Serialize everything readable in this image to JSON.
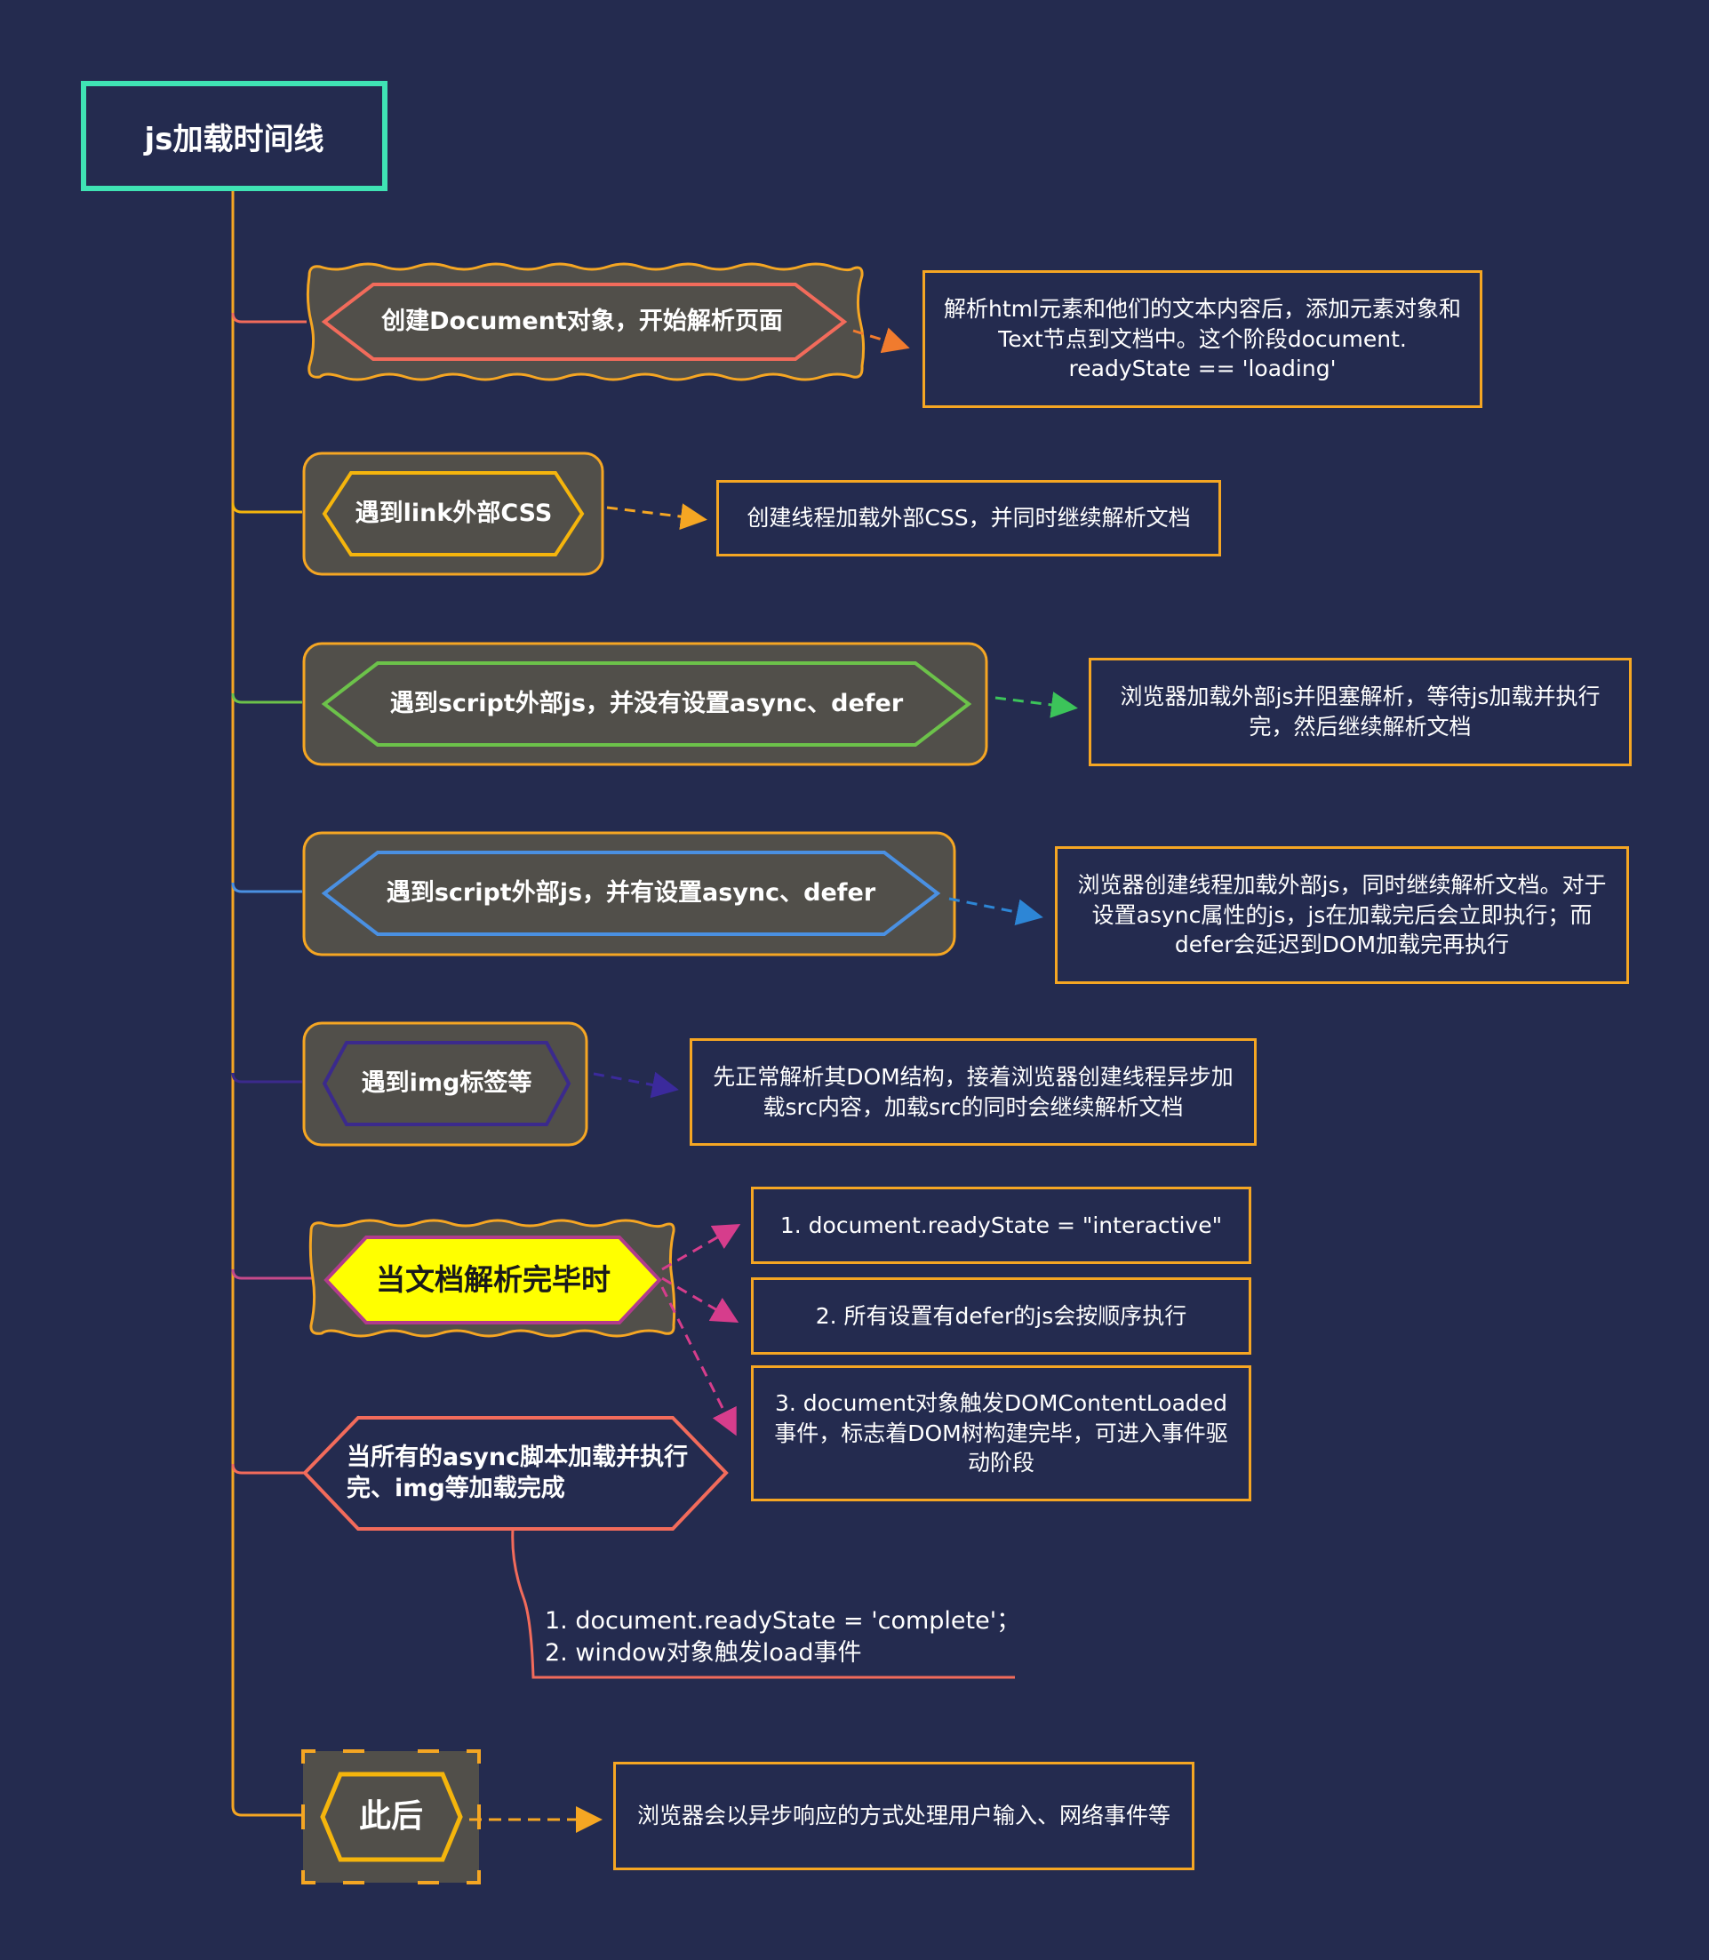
{
  "title": "js加载时间线",
  "colors": {
    "background": "#242b4f",
    "trunk": "#f5a623",
    "title_border": "#3fe3b4",
    "node_fill": "#514f4a",
    "box_border": "#f5a623",
    "red": "#f26b5b",
    "yellow": "#f5b50c",
    "green": "#6cc24a",
    "blue": "#4a90e2",
    "purple": "#3b2a8c",
    "magenta": "#d63d8c",
    "highlight": "#ffff00"
  },
  "nodes": [
    {
      "label": "创建Document对象，开始解析页面",
      "desc": "解析html元素和他们的文本内容后，添加元素对象和Text节点到文档中。这个阶段document. readyState  == 'loading'"
    },
    {
      "label": "遇到link外部CSS",
      "desc": "创建线程加载外部CSS，并同时继续解析文档"
    },
    {
      "label": "遇到script外部js，并没有设置async、defer",
      "desc": "浏览器加载外部js并阻塞解析，等待js加载并执行完，然后继续解析文档"
    },
    {
      "label": "遇到script外部js，并有设置async、defer",
      "desc": "浏览器创建线程加载外部js，同时继续解析文档。对于设置async属性的js，js在加载完后会立即执行；而defer会延迟到DOM加载完再执行"
    },
    {
      "label": "遇到img标签等",
      "desc": "先正常解析其DOM结构，接着浏览器创建线程异步加载src内容，加载src的同时会继续解析文档"
    },
    {
      "label": "当文档解析完毕时",
      "items": [
        "1. document.readyState = \"interactive\"",
        "2. 所有设置有defer的js会按顺序执行",
        "3. document对象触发DOMContentLoaded事件，标志着DOM树构建完毕，可进入事件驱动阶段"
      ]
    },
    {
      "label": "当所有的async脚本加载并执行完、img等加载完成",
      "notes": [
        "1. document.readyState = 'complete'；",
        "2. window对象触发load事件"
      ]
    },
    {
      "label": "此后",
      "desc": "浏览器会以异步响应的方式处理用户输入、网络事件等"
    }
  ]
}
